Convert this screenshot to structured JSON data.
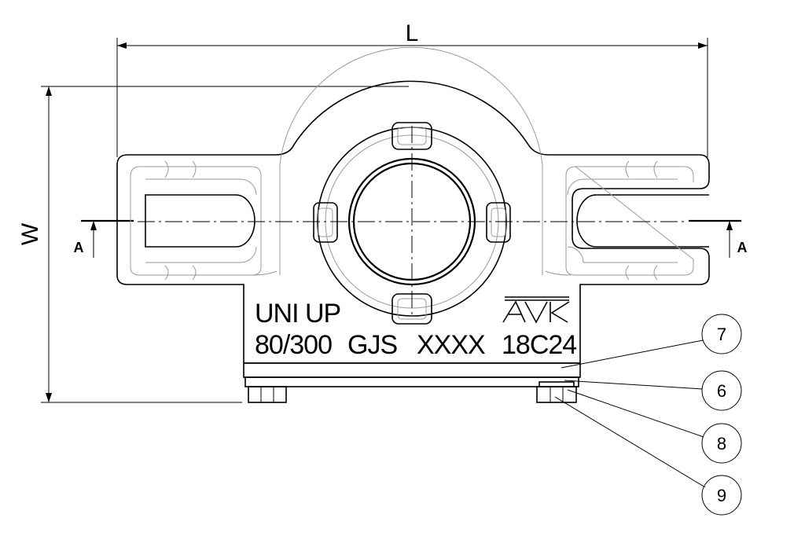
{
  "dimensions": {
    "length_label": "L",
    "width_label": "W"
  },
  "section": {
    "left_label": "A",
    "right_label": "A"
  },
  "casting": {
    "line1_left": "UNI UP",
    "line2_left": "80/300",
    "line2_mid1": "GJS",
    "line2_mid2": "XXXX",
    "line2_right": "18C24",
    "logo_text": "AVK"
  },
  "balloons": [
    {
      "number": "7"
    },
    {
      "number": "6"
    },
    {
      "number": "8"
    },
    {
      "number": "9"
    }
  ]
}
